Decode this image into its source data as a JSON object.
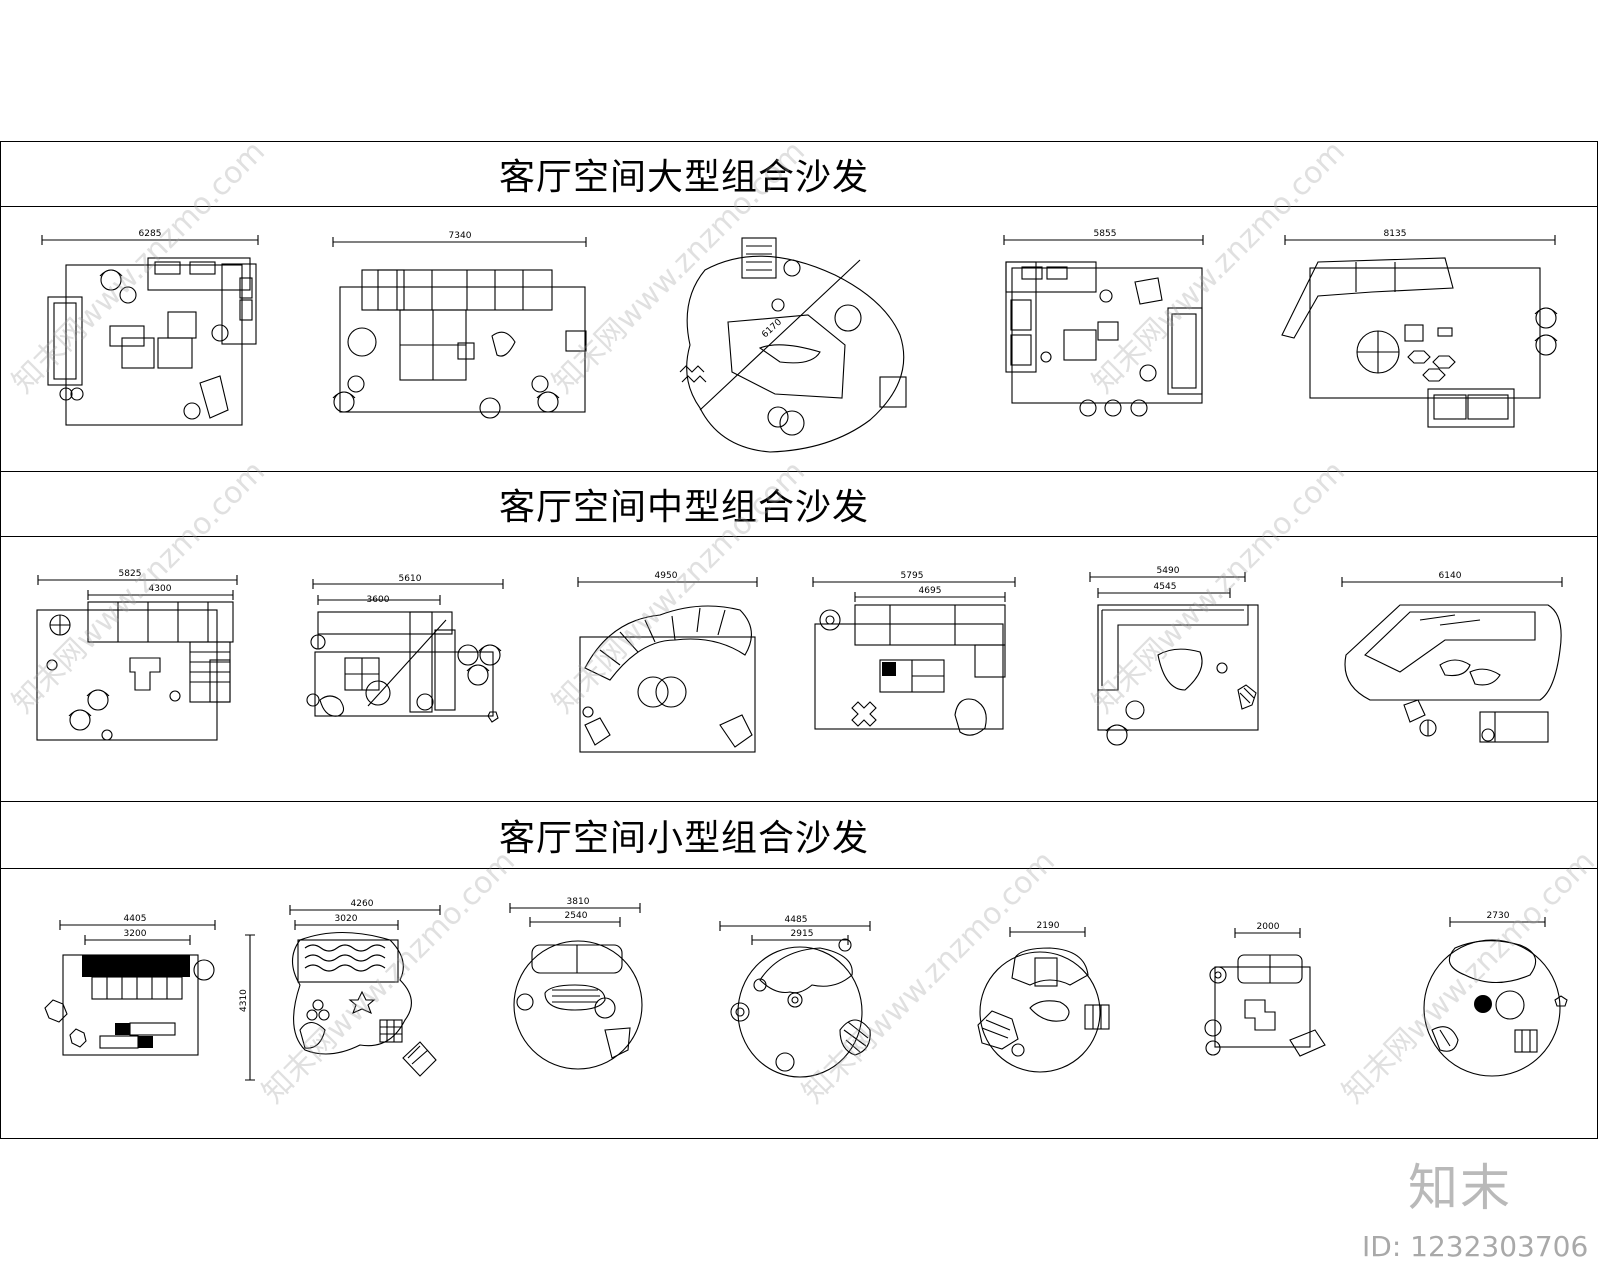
{
  "sections": [
    {
      "title": "客厅空间大型组合沙发"
    },
    {
      "title": "客厅空间中型组合沙发"
    },
    {
      "title": "客厅空间小型组合沙发"
    }
  ],
  "large_plans": [
    {
      "dim": "6285"
    },
    {
      "dim": "7340"
    },
    {
      "dim": "6170"
    },
    {
      "dim": "5855"
    },
    {
      "dim": "8135"
    }
  ],
  "medium_plans": [
    {
      "dim": "5825",
      "dim_inner": "4300"
    },
    {
      "dim": "5610",
      "dim_inner": "3600"
    },
    {
      "dim": "4950"
    },
    {
      "dim": "5795",
      "dim_inner": "4695"
    },
    {
      "dim": "5490",
      "dim_inner": "4545"
    },
    {
      "dim": "6140"
    }
  ],
  "small_plans": [
    {
      "dim": "4405",
      "dim_inner": "3200"
    },
    {
      "dim": "4260",
      "dim_inner": "3020",
      "dim_side": "4310"
    },
    {
      "dim": "3810",
      "dim_inner": "2540"
    },
    {
      "dim": "4485",
      "dim_inner": "2915"
    },
    {
      "dim": "2190"
    },
    {
      "dim": "2000"
    },
    {
      "dim": "2730"
    }
  ],
  "watermark": {
    "text": "知末网www.znzmo.com"
  },
  "brand": {
    "logo": "知末",
    "id": "ID: 1232303706"
  }
}
